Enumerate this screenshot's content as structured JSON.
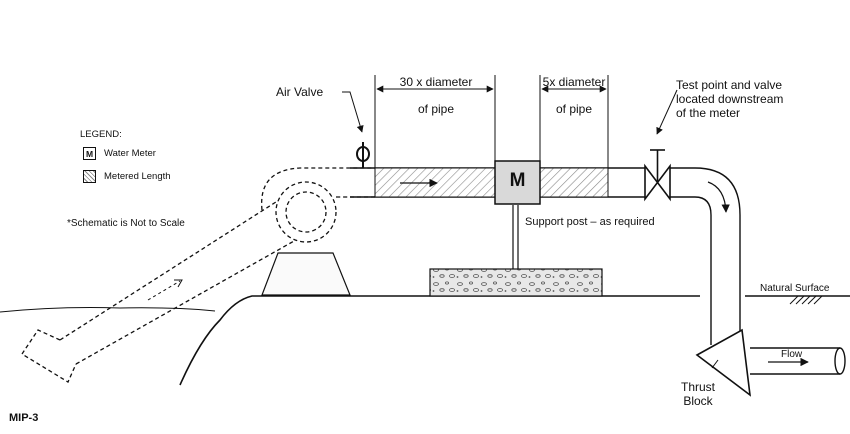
{
  "labels": {
    "air_valve": "Air Valve",
    "dim_upstream_line1": "30 x diameter",
    "dim_upstream_line2": "of pipe",
    "dim_downstream_line1": "5x diameter",
    "dim_downstream_line2": "of pipe",
    "test_point_line1": "Test point and valve",
    "test_point_line2": "located downstream",
    "test_point_line3": "of the meter",
    "meter_symbol": "M",
    "support_post": "Support post – as required",
    "natural_surface": "Natural Surface",
    "flow": "Flow",
    "thrust_block_line1": "Thrust",
    "thrust_block_line2": "Block",
    "schematic_note": "*Schematic is Not to Scale",
    "figure_id": "MIP-3"
  },
  "legend": {
    "title": "LEGEND:",
    "items": [
      {
        "symbol": "M",
        "label": "Water Meter"
      },
      {
        "symbol": "",
        "label": "Metered Length"
      }
    ]
  },
  "colors": {
    "line": "#111111",
    "hatch": "#8a8a8a",
    "fill": "#ffffff"
  }
}
